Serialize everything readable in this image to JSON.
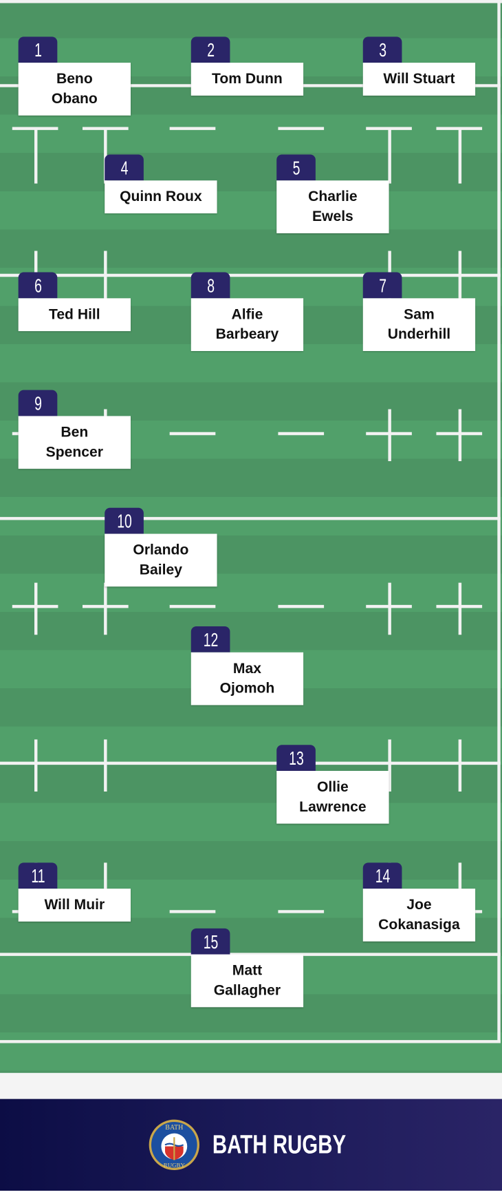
{
  "players": [
    {
      "number": "1",
      "name": [
        "Beno",
        "Obano"
      ]
    },
    {
      "number": "2",
      "name": [
        "Tom Dunn"
      ]
    },
    {
      "number": "3",
      "name": [
        "Will Stuart"
      ]
    },
    {
      "number": "4",
      "name": [
        "Quinn Roux"
      ]
    },
    {
      "number": "5",
      "name": [
        "Charlie",
        "Ewels"
      ]
    },
    {
      "number": "6",
      "name": [
        "Ted Hill"
      ]
    },
    {
      "number": "8",
      "name": [
        "Alfie",
        "Barbeary"
      ]
    },
    {
      "number": "7",
      "name": [
        "Sam",
        "Underhill"
      ]
    },
    {
      "number": "9",
      "name": [
        "Ben",
        "Spencer"
      ]
    },
    {
      "number": "10",
      "name": [
        "Orlando",
        "Bailey"
      ]
    },
    {
      "number": "12",
      "name": [
        "Max",
        "Ojomoh"
      ]
    },
    {
      "number": "13",
      "name": [
        "Ollie",
        "Lawrence"
      ]
    },
    {
      "number": "11",
      "name": [
        "Will Muir"
      ]
    },
    {
      "number": "14",
      "name": [
        "Joe",
        "Cokanasiga"
      ]
    },
    {
      "number": "15",
      "name": [
        "Matt",
        "Gallagher"
      ]
    }
  ],
  "footer": {
    "brand": "BATH RUGBY",
    "logo_text": [
      "BATH",
      "RUGBY"
    ]
  },
  "colors": {
    "pitch": "#51a06a",
    "badge": "#2a2568",
    "footer": "#1b1a58"
  }
}
